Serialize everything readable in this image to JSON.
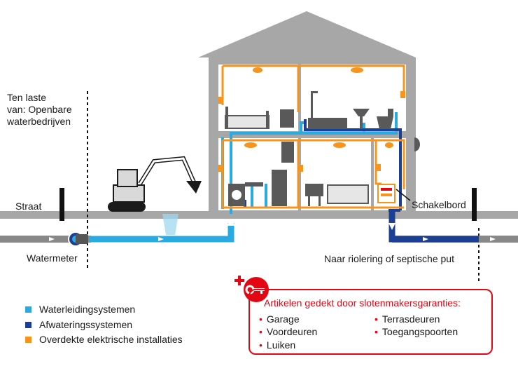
{
  "labels": {
    "responsibility": [
      "Ten laste",
      "van: Openbare",
      "waterbedrijven"
    ],
    "street": "Straat",
    "water_meter": "Watermeter",
    "sewer": "Naar riolering of septische put",
    "switchboard": "Schakelbord"
  },
  "legend": [
    {
      "label": "Waterleidingsystemen",
      "color": "#29abe2"
    },
    {
      "label": "Afwateringssystemen",
      "color": "#1b3f94"
    },
    {
      "label": "Overdekte elektrische installaties",
      "color": "#f7941d"
    }
  ],
  "guarantee": {
    "title": "Artikelen gedekt door slotenmakersgaranties:",
    "col1": [
      "Garage",
      "Voordeuren",
      "Luiken"
    ],
    "col2": [
      "Terrasdeuren",
      "Toegangspoorten"
    ],
    "accent": "#e30613",
    "icon": "plus-key-icon"
  },
  "colors": {
    "water": "#29abe2",
    "drain": "#1b3f94",
    "electric": "#f7941d",
    "house": "#a6a6a6",
    "ground": "#a6a6a6"
  }
}
